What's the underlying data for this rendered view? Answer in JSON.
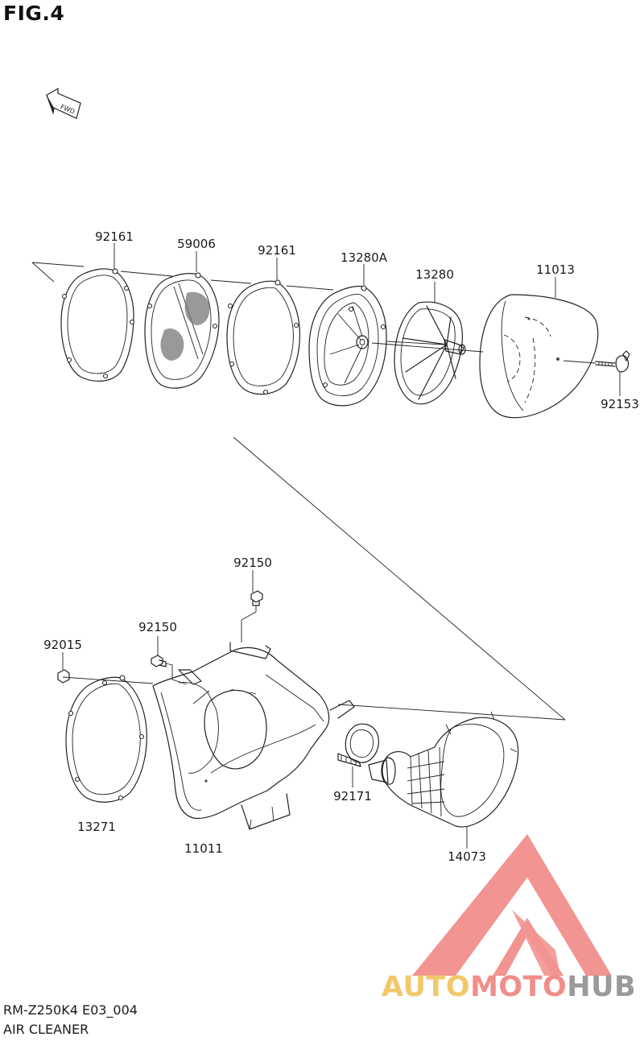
{
  "figure": {
    "title": "FIG.4"
  },
  "direction_marker": {
    "text": "FWD",
    "icon": "fwd-arrow-icon"
  },
  "parts": [
    {
      "id": "gasket-92161-a",
      "label": "92161"
    },
    {
      "id": "filter-screen-59006",
      "label": "59006"
    },
    {
      "id": "gasket-92161-b",
      "label": "92161"
    },
    {
      "id": "element-13280a",
      "label": "13280A"
    },
    {
      "id": "frame-13280",
      "label": "13280"
    },
    {
      "id": "cover-11013",
      "label": "11013"
    },
    {
      "id": "bolt-92153",
      "label": "92153"
    },
    {
      "id": "bolt-92150-a",
      "label": "92150"
    },
    {
      "id": "bolt-92150-b",
      "label": "92150"
    },
    {
      "id": "nut-92015",
      "label": "92015"
    },
    {
      "id": "seal-13271",
      "label": "13271"
    },
    {
      "id": "case-11011",
      "label": "11011"
    },
    {
      "id": "clamp-92171",
      "label": "92171"
    },
    {
      "id": "boot-14073",
      "label": "14073"
    }
  ],
  "footer": {
    "model_code": "RM-Z250K4 E03_004",
    "section_name": "AIR CLEANER"
  },
  "watermark": {
    "text_part1": "AUTO",
    "text_part2": "MOTO",
    "text_part3": "HUB",
    "colors": {
      "part1": "#f2c86a",
      "part2": "#f08e8a",
      "part3": "#9a9a9a",
      "logo": "#f0827e"
    }
  }
}
